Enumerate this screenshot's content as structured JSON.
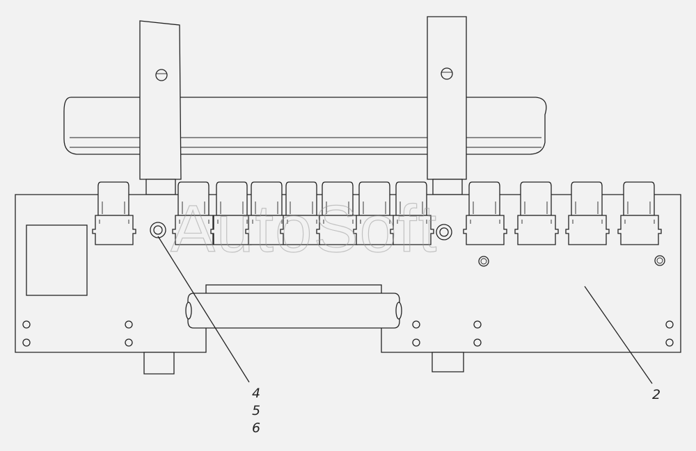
{
  "watermark": "AutoSoft",
  "callouts": {
    "left": [
      "4",
      "5",
      "6"
    ],
    "right": "2"
  }
}
